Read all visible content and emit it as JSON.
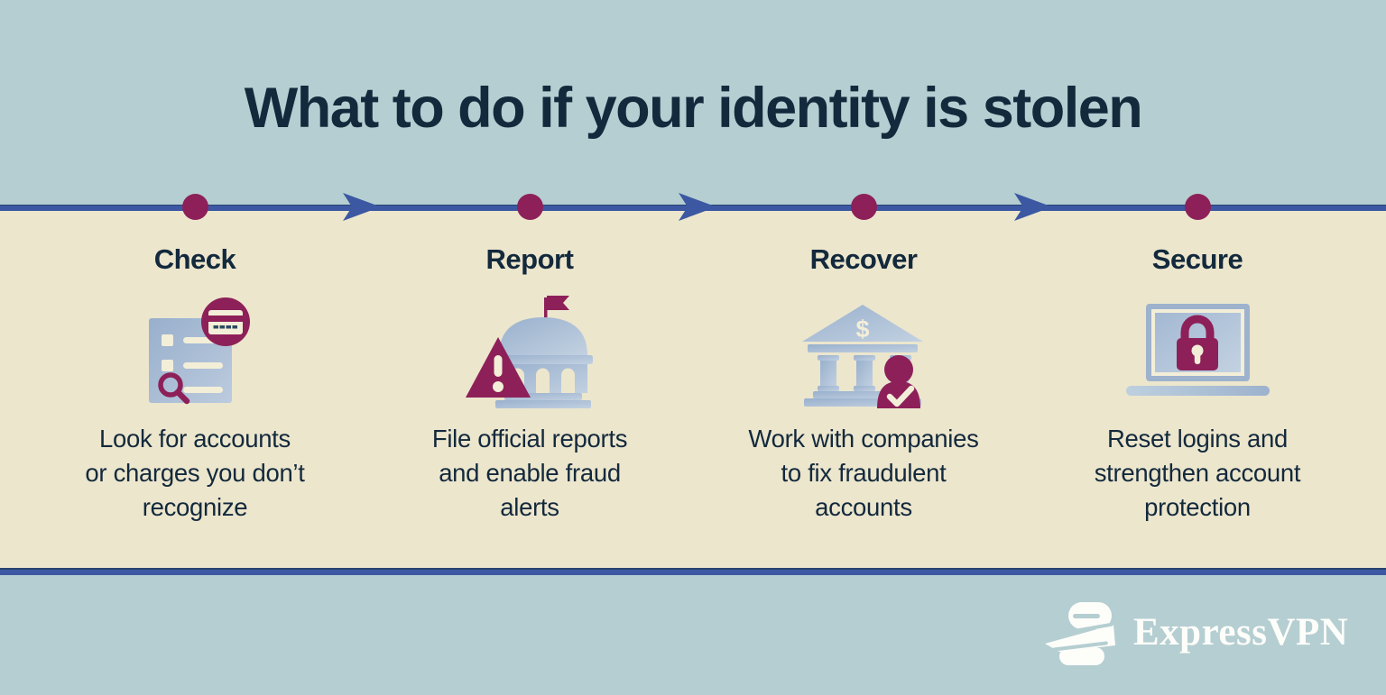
{
  "title": "What to do if your identity is stolen",
  "steps": [
    {
      "label": "Check",
      "icon": "document-search-icon",
      "description": "Look for accounts or charges you don’t recognize",
      "lines": [
        "Look for accounts",
        "or charges you don’t",
        "recognize"
      ]
    },
    {
      "label": "Report",
      "icon": "building-warning-icon",
      "description": "File official reports and enable fraud alerts",
      "lines": [
        "File official reports",
        "and enable fraud",
        "alerts"
      ]
    },
    {
      "label": "Recover",
      "icon": "bank-person-icon",
      "description": "Work with companies to fix fraudulent accounts",
      "lines": [
        "Work with companies",
        "to fix fraudulent",
        "accounts"
      ]
    },
    {
      "label": "Secure",
      "icon": "laptop-lock-icon",
      "description": "Reset logins and strengthen account protection",
      "lines": [
        "Reset logins and",
        "strengthen account",
        "protection"
      ]
    }
  ],
  "footer": {
    "brand": "ExpressVPN"
  },
  "colors": {
    "band_blue": "#b5ced1",
    "background_cream": "#ece6cd",
    "heading_navy": "#13293c",
    "timeline_blue": "#3c58a3",
    "accent_maroon": "#8d2059",
    "icon_blue": "#a4b8d1",
    "icon_cream": "#f3eed8",
    "logo_white": "#fdfdfa"
  }
}
